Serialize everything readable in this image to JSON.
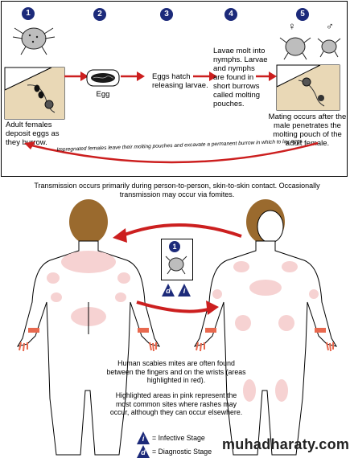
{
  "steps": [
    {
      "num": "1",
      "text": "Adult females deposit eggs as they burrow."
    },
    {
      "num": "2",
      "label": "Egg"
    },
    {
      "num": "3",
      "text": "Eggs hatch releasing larvae."
    },
    {
      "num": "4",
      "text": "Lavae molt into nymphs. Larvae and nymphs are found in short burrows called molting pouches."
    },
    {
      "num": "5",
      "text": "Mating occurs after the male penetrates the molting pouch of the adult female.",
      "female_symbol": "♀",
      "male_symbol": "♂"
    }
  ],
  "return_arrow_text": "Impregnated females leave their molting pouches and excavate a permanent burrow in which to lay eggs.",
  "transmission_text": "Transmission occurs primarily during person-to-person, skin-to-skin contact. Occasionally transmission may occur via fomites.",
  "center_step": {
    "num": "1",
    "badge_d": "d",
    "badge_i": "i"
  },
  "finger_text": "Human scabies mites are often found between the fingers and on the wrists (areas highlighted in red).",
  "pink_text": "Highlighted areas in pink represent the most common sites where rashes may occur, although they can occur elsewhere.",
  "legend": [
    {
      "letter": "i",
      "label": "= Infective Stage"
    },
    {
      "letter": "d",
      "label": "= Diagnostic Stage"
    }
  ],
  "watermark": "muhadharaty.com",
  "colors": {
    "stage_blue": "#1c2a7a",
    "arrow_red": "#cc1f1f",
    "rash_pink": "#f6d2d2",
    "hand_red": "#e8694f",
    "hair_brown": "#9a6a2e",
    "skin_tan": "#e9d8b6"
  }
}
